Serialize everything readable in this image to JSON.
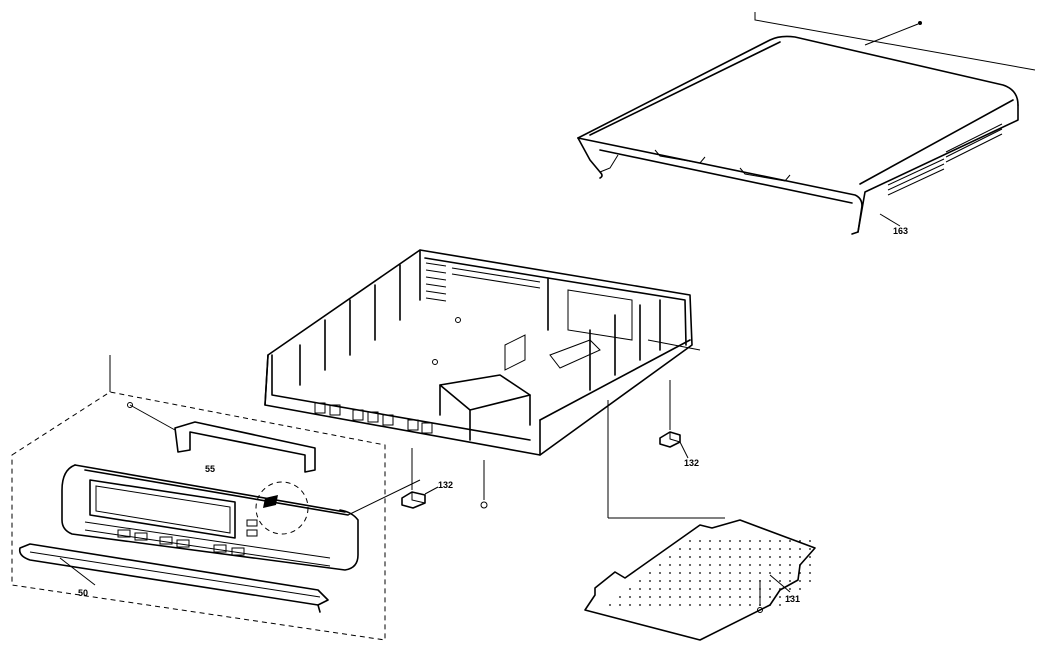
{
  "labels": {
    "cover": "163",
    "front_panel_bracket": "55",
    "front_cover": "50",
    "foot_left": "132",
    "foot_right": "132",
    "bottom_plate": "131"
  }
}
